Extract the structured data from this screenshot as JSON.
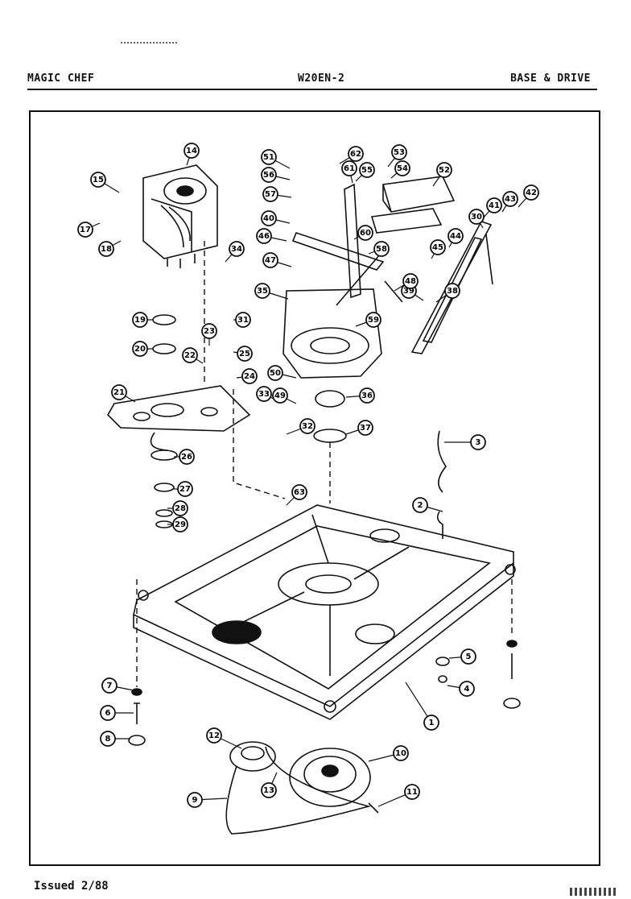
{
  "header": {
    "brand": "MAGIC CHEF",
    "model": "W20EN-2",
    "section": "BASE & DRIVE"
  },
  "footer": {
    "issued": "Issued 2/88"
  },
  "callouts": [
    "1",
    "2",
    "3",
    "4",
    "5",
    "6",
    "7",
    "8",
    "9",
    "10",
    "11",
    "12",
    "13",
    "14",
    "15",
    "17",
    "18",
    "19",
    "20",
    "21",
    "22",
    "23",
    "24",
    "25",
    "26",
    "27",
    "28",
    "29",
    "30",
    "31",
    "32",
    "33",
    "34",
    "35",
    "36",
    "37",
    "38",
    "39",
    "40",
    "41",
    "42",
    "43",
    "44",
    "45",
    "46",
    "47",
    "48",
    "49",
    "50",
    "51",
    "52",
    "53",
    "54",
    "55",
    "56",
    "57",
    "58",
    "59",
    "60",
    "61",
    "62",
    "63"
  ],
  "colors": {
    "ink": "#111111",
    "paper": "#ffffff"
  }
}
